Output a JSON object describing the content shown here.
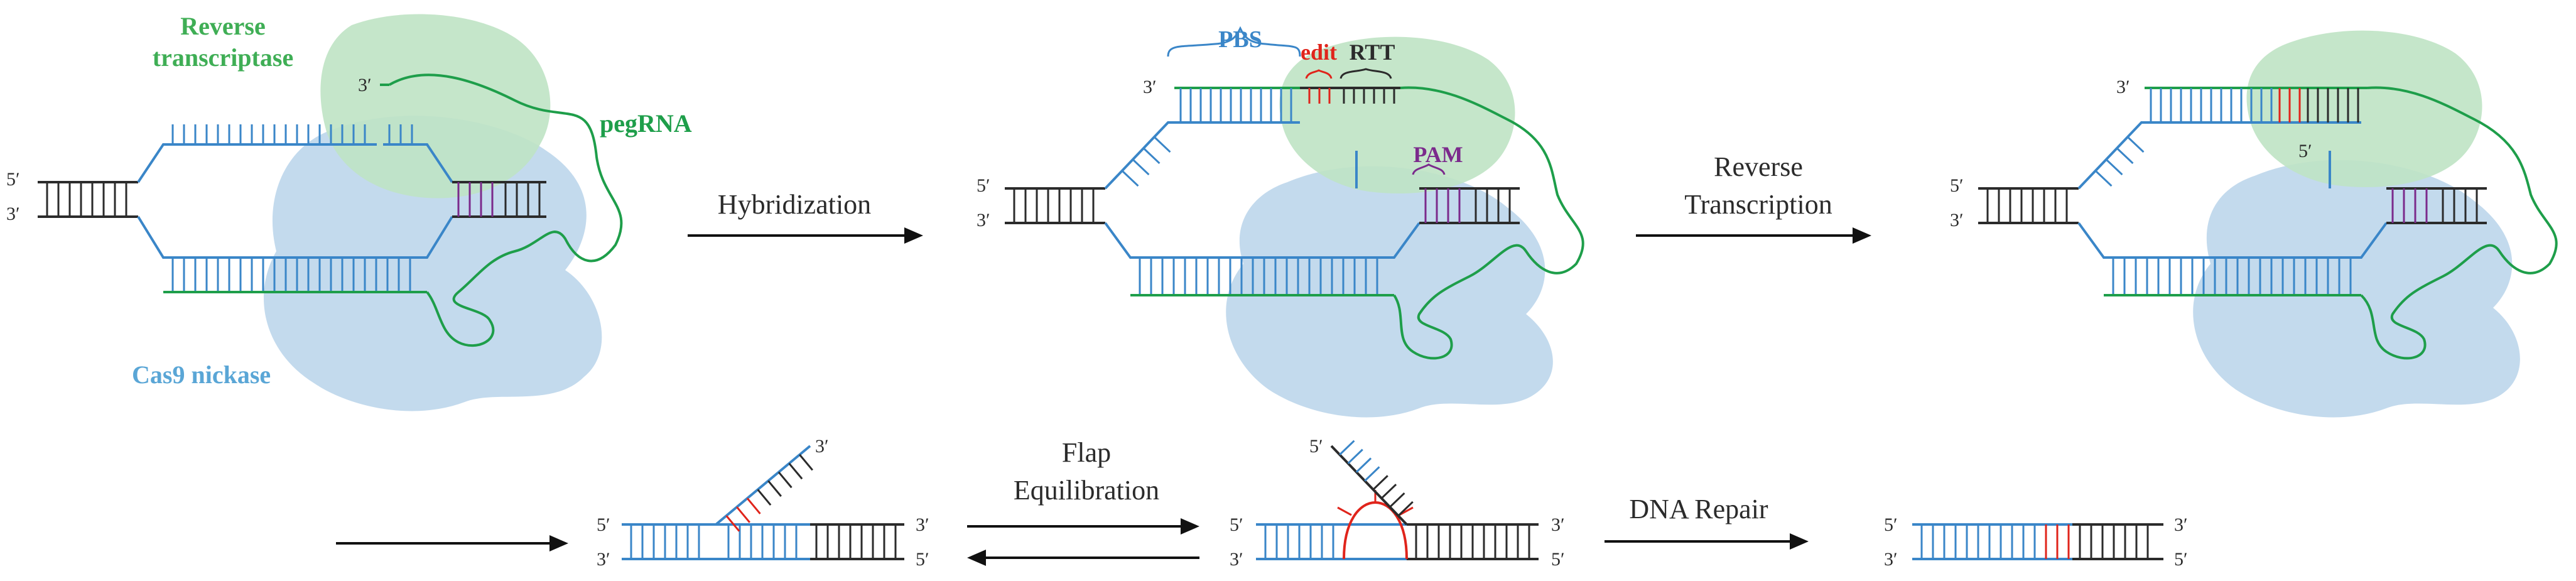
{
  "labels": {
    "reverse_transcriptase": [
      "Reverse",
      "transcriptase"
    ],
    "pegrna": "pegRNA",
    "cas9": "Cas9 nickase",
    "pbs": "PBS",
    "edit": "edit",
    "rtt": "RTT",
    "pam": "PAM",
    "prime_3": "3′",
    "prime_5": "5′"
  },
  "steps": {
    "hybridization": "Hybridization",
    "reverse_transcription": [
      "Reverse",
      "Transcription"
    ],
    "flap_equilibration": [
      "Flap",
      "Equilibration"
    ],
    "dna_repair": "DNA Repair"
  },
  "colors": {
    "dna_black": "#2b2b2b",
    "dna_blue": "#3a86c8",
    "rna_green": "#1e9e4a",
    "edit_red": "#e0241b",
    "pam_purple": "#7b2a8c",
    "cas9_fill": "#b8d4ea",
    "rt_fill": "#bfe3c4",
    "label_green": "#3fae55",
    "label_blue": "#5aa6d6",
    "pam_text": "#7b2a8c"
  }
}
